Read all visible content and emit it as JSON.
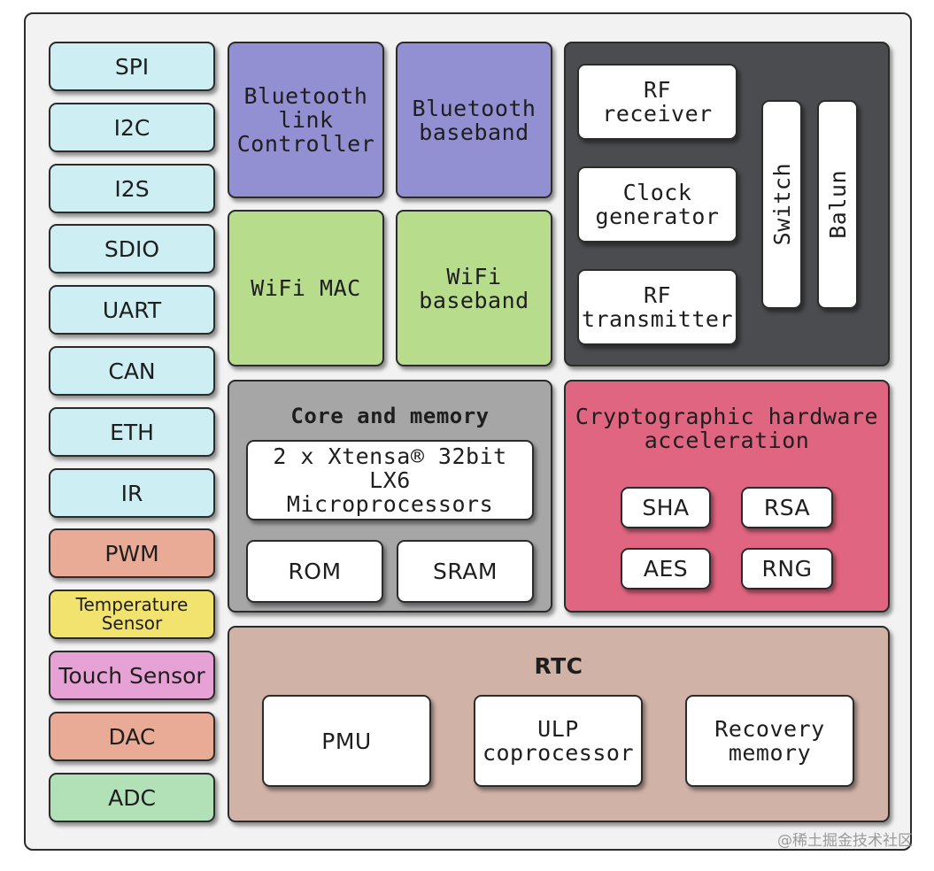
{
  "peripherals": [
    {
      "label": "SPI",
      "color": "#cdeef2"
    },
    {
      "label": "I2C",
      "color": "#cdeef2"
    },
    {
      "label": "I2S",
      "color": "#cdeef2"
    },
    {
      "label": "SDIO",
      "color": "#cdeef2"
    },
    {
      "label": "UART",
      "color": "#cdeef2"
    },
    {
      "label": "CAN",
      "color": "#cdeef2"
    },
    {
      "label": "ETH",
      "color": "#cdeef2"
    },
    {
      "label": "IR",
      "color": "#cdeef2"
    },
    {
      "label": "PWM",
      "color": "#e9ab96"
    },
    {
      "label": "Temperature\nSensor",
      "color": "#f2e26e"
    },
    {
      "label": "Touch Sensor",
      "color": "#e6a2d4"
    },
    {
      "label": "DAC",
      "color": "#e9ab96"
    },
    {
      "label": "ADC",
      "color": "#b2e1b8"
    }
  ],
  "bluetooth": {
    "link_controller": "Bluetooth\nlink\nController",
    "baseband": "Bluetooth\nbaseband",
    "color": "#928fd3"
  },
  "wifi": {
    "mac": "WiFi MAC",
    "baseband": "WiFi\nbaseband",
    "color": "#b6dc8c"
  },
  "rf": {
    "receiver": "RF\nreceiver",
    "clock": "Clock\ngenerator",
    "transmitter": "RF\ntransmitter",
    "switch": "Switch",
    "balun": "Balun",
    "color": "#4b4c50"
  },
  "core": {
    "title": "Core and memory",
    "cpu": "2 x Xtensa® 32bit LX6\nMicroprocessors",
    "rom": "ROM",
    "sram": "SRAM",
    "color": "#a6a6a7"
  },
  "crypto": {
    "title": "Cryptographic hardware\nacceleration",
    "sha": "SHA",
    "rsa": "RSA",
    "aes": "AES",
    "rng": "RNG",
    "color": "#e06580"
  },
  "rtc": {
    "title": "RTC",
    "pmu": "PMU",
    "ulp": "ULP\ncoprocessor",
    "recovery": "Recovery\nmemory",
    "color": "#d0b2a6"
  },
  "watermark": "@稀土掘金技术社区"
}
